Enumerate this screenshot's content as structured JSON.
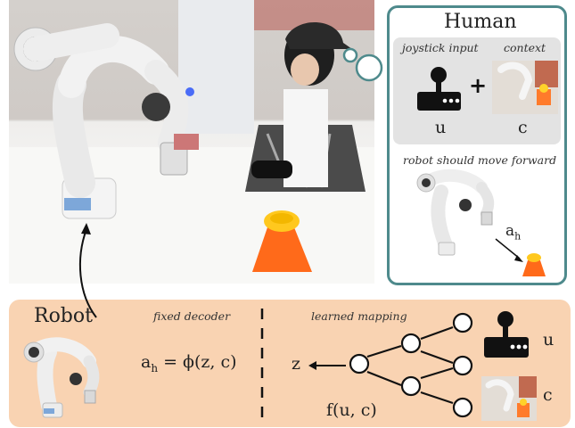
{
  "human": {
    "title": "Human",
    "joystick_caption": "joystick input",
    "context_caption": "context",
    "plus": "+",
    "u_label": "u",
    "c_label": "c",
    "robot_caption": "robot should move forward",
    "ah_label": "a",
    "ah_sub": "h"
  },
  "robot": {
    "title": "Robot",
    "decoder_caption": "fixed decoder",
    "mapping_caption": "learned mapping",
    "equation_a": "a",
    "equation_sub": "h",
    "equation_rest": " = ϕ(z, c)",
    "z_label": "z",
    "f_label": "f(u, c)",
    "u_label": "u",
    "c_label": "c"
  },
  "colors": {
    "human_border": "#4e8a8c",
    "robot_panel": "#f9d3b2",
    "cup": "#ff6a1a"
  }
}
